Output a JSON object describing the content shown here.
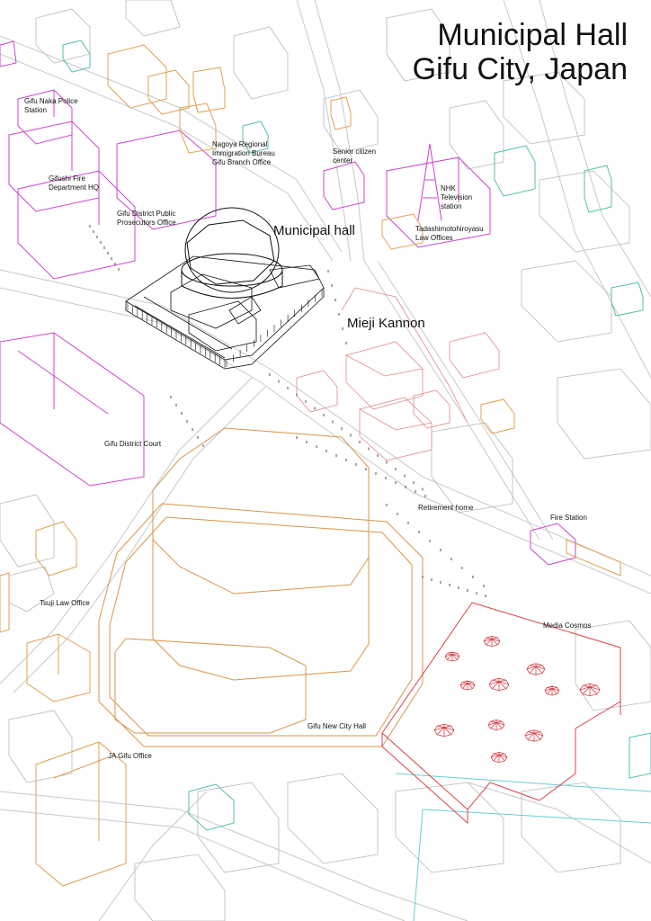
{
  "title": {
    "line1": "Municipal Hall",
    "line2": "Gifu City, Japan"
  },
  "labels": {
    "police": "Gifu Naka Police\nStation",
    "fire_hq": "Gifushi Fire\nDepartment HQ",
    "prosecutors": "Gifu District Public\nProsecutors Office",
    "immigration": "Nagoya Regional\nImmigration Bureau\nGifu Branch Office",
    "senior": "Senior citizen\ncenter",
    "nhk": "NHK\nTelevision\nstation",
    "law_offices": "Tadashimotohiroyasu\nLaw Offices",
    "municipal_hall": "Municipal hall",
    "kannon": "Mieji Kannon",
    "court": "Gifu District Court",
    "retirement": "Retirement home",
    "fire_station": "Fire Station",
    "tsuji": "Tsuji Law Office",
    "media": "Media Cosmos",
    "new_city_hall": "Gifu New City Hall",
    "ja": "JA Gifu Office"
  },
  "colors": {
    "street": "#c8c8c8",
    "building": "#b9b9b9",
    "government": "#cc44cc",
    "commercial": "#e0a050",
    "new_city_hall": "#d9954a",
    "media_cosmos": "#d9434a",
    "temple": "#e08a8a",
    "residential": "#55bfae",
    "municipal_hall": "#111111",
    "rail": "#66d0d0"
  }
}
